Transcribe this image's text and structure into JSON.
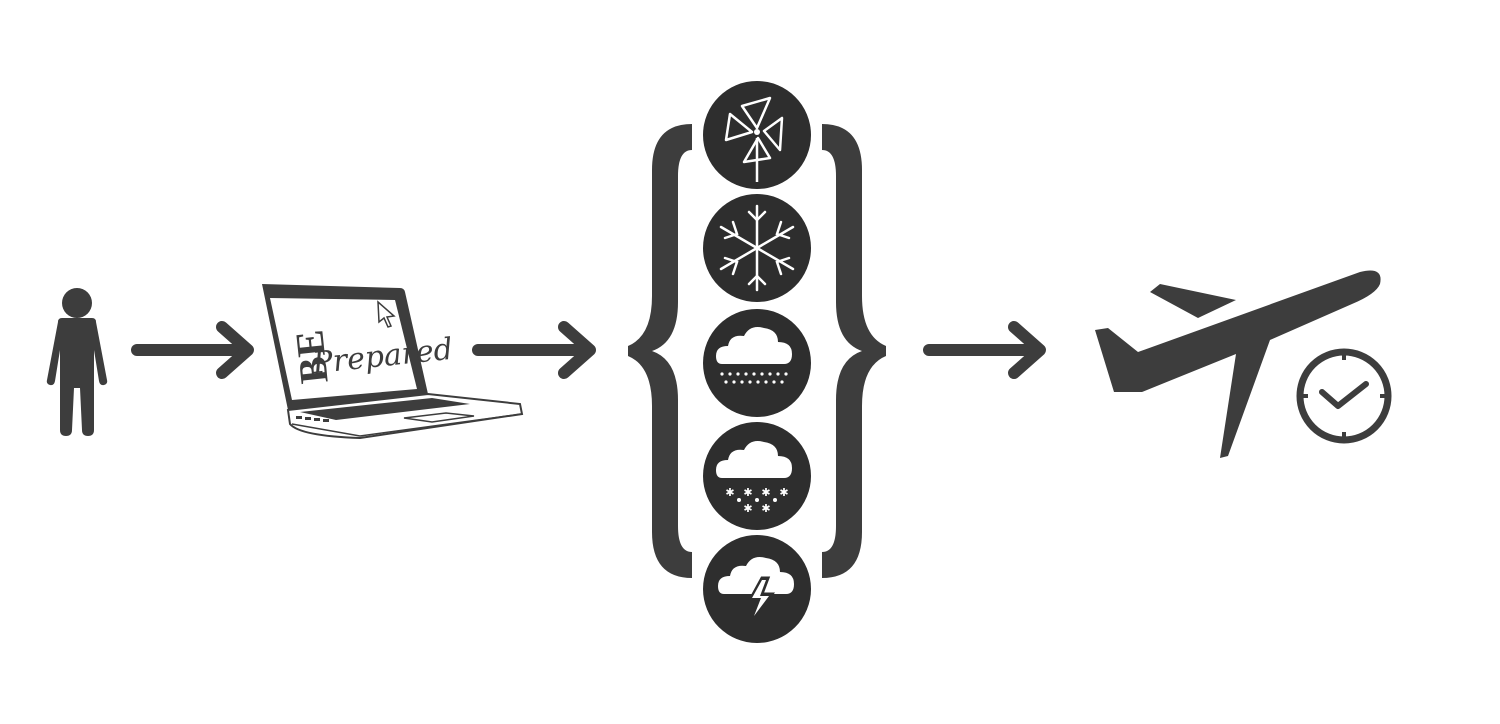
{
  "logo": {
    "be": "BE",
    "prepared": "Prepared"
  },
  "steps": [
    {
      "name": "person",
      "icon": "person-icon"
    },
    {
      "name": "laptop",
      "icon": "laptop-icon"
    },
    {
      "name": "weather-conditions",
      "icon": "curly-braces-icon"
    },
    {
      "name": "flight-delay",
      "icon": "airplane-clock-icon"
    }
  ],
  "weather_icons": [
    "pinwheel-wind-icon",
    "snowflake-icon",
    "cloud-rain-icon",
    "cloud-snow-icon",
    "cloud-thunder-icon"
  ],
  "colors": {
    "icon": "#3d3d3d",
    "circle": "#2e2e2e",
    "glyph": "#ffffff"
  }
}
